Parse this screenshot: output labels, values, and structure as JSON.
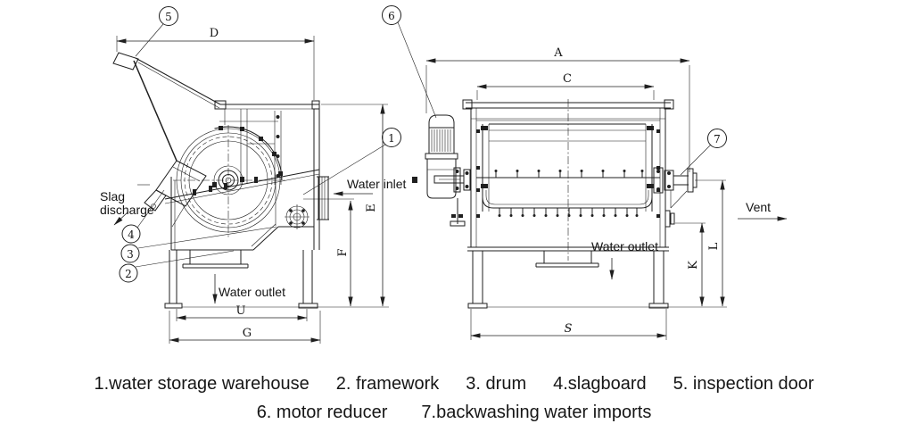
{
  "drawing": {
    "dimension_labels": {
      "d": "D",
      "e": "E",
      "f": "F",
      "u": "U",
      "g": "G",
      "a": "A",
      "c": "C",
      "k": "K",
      "l": "L",
      "s": "S"
    },
    "annotations": {
      "slag_discharge_line1": "Slag",
      "slag_discharge_line2": "discharge",
      "water_inlet": "Water inlet",
      "water_outlet_left": "Water outlet",
      "water_outlet_right": "Water outlet",
      "vent": "Vent"
    },
    "callouts": {
      "c1": "1",
      "c2": "2",
      "c3": "3",
      "c4": "4",
      "c5": "5",
      "c6": "6",
      "c7": "7"
    }
  },
  "legend": {
    "row1": [
      "1.water storage warehouse",
      "2. framework",
      "3. drum",
      "4.slagboard",
      "5. inspection door"
    ],
    "row2": [
      "6. motor reducer",
      "7.backwashing water imports"
    ]
  },
  "colors": {
    "line": "#1f1f1f",
    "background": "#ffffff"
  }
}
